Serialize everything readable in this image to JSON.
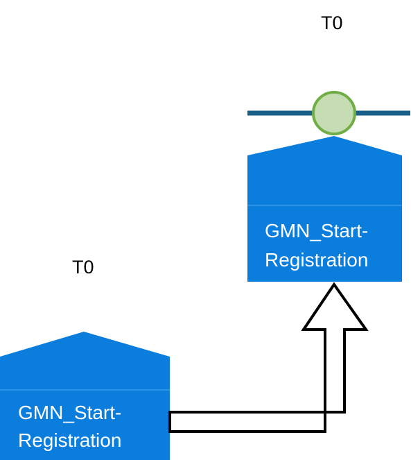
{
  "diagram": {
    "type": "bpmn-like-flow",
    "background": "#ffffff",
    "colors": {
      "node_fill": "#0b7ddc",
      "node_text": "#ffffff",
      "label_text": "#000000",
      "connector_line": "#1a5f8a",
      "event_circle_fill": "#c6ddb4",
      "event_circle_stroke": "#70ad47",
      "arrow_stroke": "#000000",
      "arrow_fill": "#ffffff"
    },
    "nodes": [
      {
        "id": "node-top",
        "label_above": "T0",
        "label_line1": "GMN_Start-",
        "label_line2": "Registration"
      },
      {
        "id": "node-bottom",
        "label_above": "T0",
        "label_line1": "GMN_Start-",
        "label_line2": "Registration"
      }
    ],
    "connector": {
      "from": "node-bottom",
      "to": "node-top",
      "style": "elbow-block-arrow"
    },
    "event_marker": {
      "shape": "circle",
      "attached_to": "node-top"
    }
  }
}
